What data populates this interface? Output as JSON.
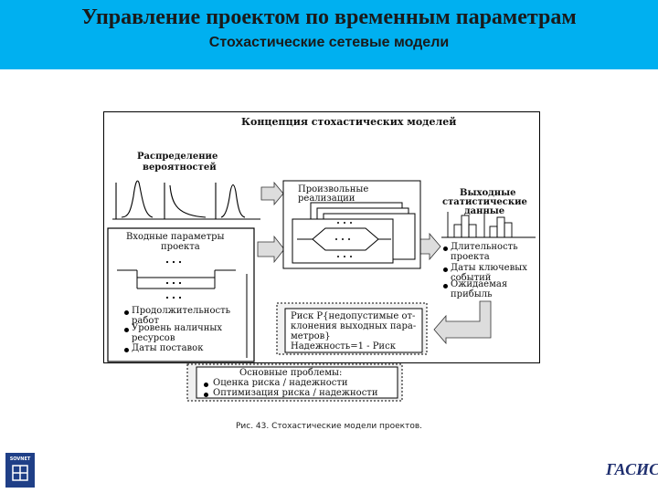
{
  "header": {
    "title": "Управление проектом по временным параметрам",
    "subtitle": "Стохастические сетевые модели",
    "background_color": "#00b0f0"
  },
  "diagram": {
    "frame_title": "Концепция стохастических моделей",
    "distribution": {
      "label_line1": "Распределение",
      "label_line2": "вероятностей"
    },
    "input_params": {
      "title_line1": "Входные параметры",
      "title_line2": "проекта",
      "bullets": [
        {
          "line1": "Продолжительность",
          "line2": "работ"
        },
        {
          "line1": "Уровень наличных",
          "line2": "ресурсов"
        },
        {
          "line1": "Даты поставок",
          "line2": ""
        }
      ]
    },
    "realizations": {
      "label_line1": "Произвольные",
      "label_line2": "реализации"
    },
    "output_data": {
      "title_line1": "Выходные",
      "title_line2": "статистические",
      "title_line3": "данные",
      "bullets": [
        {
          "line1": "Длительность",
          "line2": "проекта"
        },
        {
          "line1": "Даты ключевых",
          "line2": "событий"
        },
        {
          "line1": "Ожидаемая",
          "line2": "прибыль"
        }
      ]
    },
    "risk": {
      "line1": "Риск  Р{недопустимые от-",
      "line2": "клонения выходных пара-",
      "line3": "метров}",
      "line4": "Надежность=1 - Риск"
    },
    "problems": {
      "title": "Основные проблемы:",
      "items": [
        "Оценка риска / надежности",
        "Оптимизация риска / надежности"
      ]
    }
  },
  "caption": "Рис. 43. Стохастические модели проектов.",
  "logos": {
    "left": "SOVNET",
    "right": "ГАСИС",
    "left_color": "#1f3f87",
    "right_color": "#1f2f6f"
  }
}
